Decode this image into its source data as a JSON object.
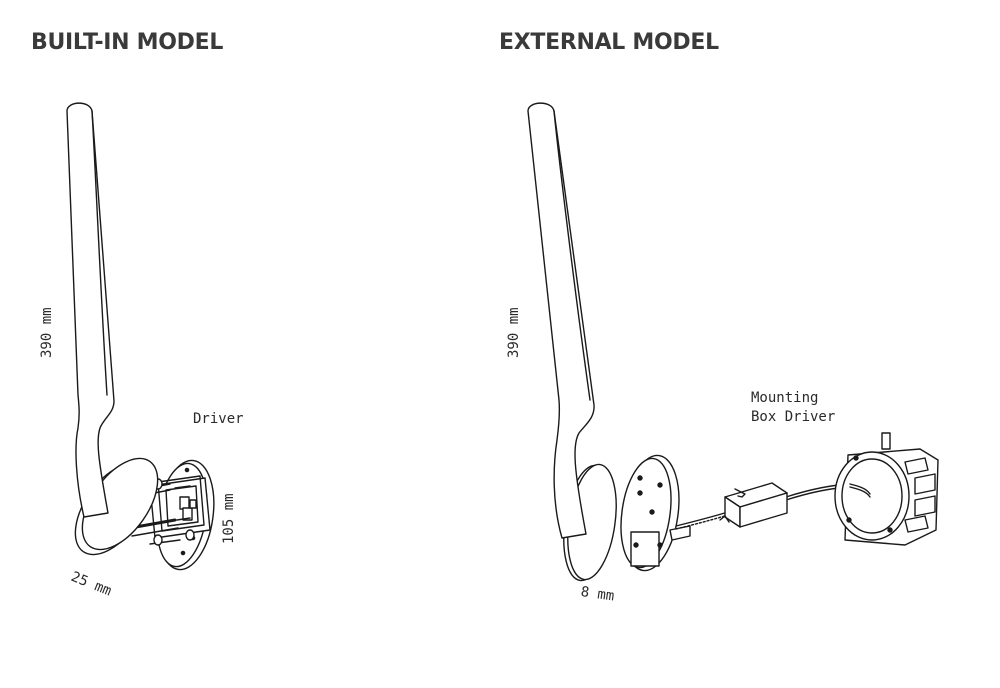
{
  "built_in": {
    "title": "BUILT-IN MODEL",
    "height_label": "390 mm",
    "depth_label": "25 mm",
    "plate_label": "105 mm",
    "driver_label": "Driver"
  },
  "external": {
    "title": "EXTERNAL MODEL",
    "height_label": "390 mm",
    "depth_label": "8 mm",
    "driver_label_line1": "Mounting",
    "driver_label_line2": "Box Driver"
  },
  "colors": {
    "ink": "#1a1a1a",
    "fill": "#ffffff"
  }
}
